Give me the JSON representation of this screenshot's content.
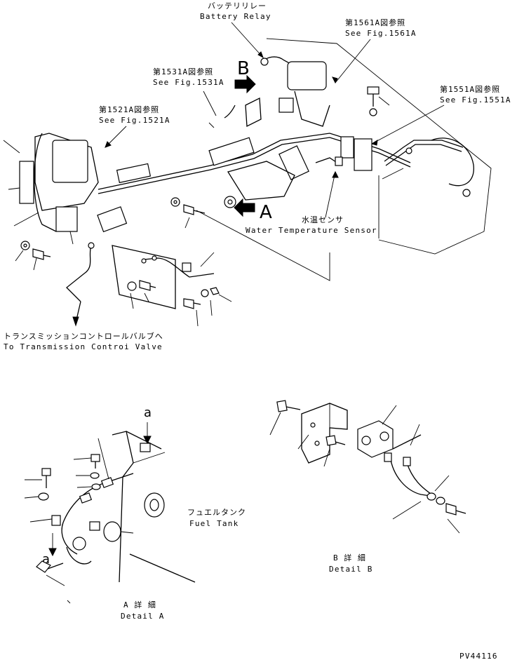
{
  "labels": {
    "battery_relay_jp": "バッテリリレー",
    "battery_relay_en": "Battery Relay",
    "fig1561_jp": "第1561A図参照",
    "fig1561_en": "See Fig.1561A",
    "fig1531_jp": "第1531A図参照",
    "fig1531_en": "See Fig.1531A",
    "fig1551_jp": "第1551A図参照",
    "fig1551_en": "See Fig.1551A",
    "fig1521_jp": "第1521A図参照",
    "fig1521_en": "See Fig.1521A",
    "water_temp_jp": "水温センサ",
    "water_temp_en": "Water Temperature Sensor",
    "transmission_jp": "トランスミッションコントロールバルブへ",
    "transmission_en": "To Transmission Controi Valve",
    "fuel_tank_jp": "フュエルタンク",
    "fuel_tank_en": "Fuel Tank",
    "detail_b_jp": "B 詳 細",
    "detail_b_en": "Detail B",
    "detail_a_jp": "A 詳 細",
    "detail_a_en": "Detail A",
    "view_b": "B",
    "view_a": "A",
    "ref_a_top": "a",
    "ref_a_bottom": "a",
    "drawing_code": "PV44116"
  }
}
